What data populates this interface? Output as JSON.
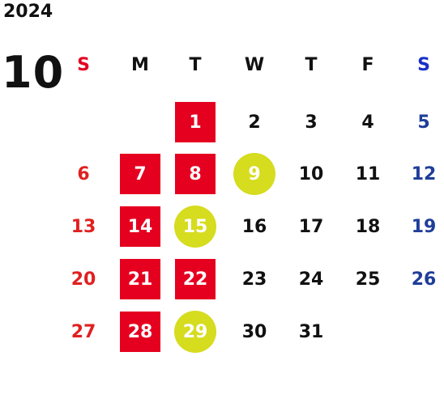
{
  "year": "2024",
  "month": "10",
  "weekday_headers": [
    "S",
    "M",
    "T",
    "W",
    "T",
    "F",
    "S"
  ],
  "legend_colors": {
    "red_square": "#e50020",
    "lime_circle": "#d6dc1e",
    "sunday": "#e02020",
    "saturday": "#1f3e9a"
  },
  "days": [
    {
      "label": "1",
      "marker": "red"
    },
    {
      "label": "2",
      "marker": "none"
    },
    {
      "label": "3",
      "marker": "none"
    },
    {
      "label": "4",
      "marker": "none"
    },
    {
      "label": "5",
      "marker": "none"
    },
    {
      "label": "6",
      "marker": "none"
    },
    {
      "label": "7",
      "marker": "red"
    },
    {
      "label": "8",
      "marker": "red"
    },
    {
      "label": "9",
      "marker": "lime"
    },
    {
      "label": "10",
      "marker": "none"
    },
    {
      "label": "11",
      "marker": "none"
    },
    {
      "label": "12",
      "marker": "none"
    },
    {
      "label": "13",
      "marker": "none"
    },
    {
      "label": "14",
      "marker": "red"
    },
    {
      "label": "15",
      "marker": "lime"
    },
    {
      "label": "16",
      "marker": "none"
    },
    {
      "label": "17",
      "marker": "none"
    },
    {
      "label": "18",
      "marker": "none"
    },
    {
      "label": "19",
      "marker": "none"
    },
    {
      "label": "20",
      "marker": "none"
    },
    {
      "label": "21",
      "marker": "red"
    },
    {
      "label": "22",
      "marker": "red"
    },
    {
      "label": "23",
      "marker": "none"
    },
    {
      "label": "24",
      "marker": "none"
    },
    {
      "label": "25",
      "marker": "none"
    },
    {
      "label": "26",
      "marker": "none"
    },
    {
      "label": "27",
      "marker": "none"
    },
    {
      "label": "28",
      "marker": "red"
    },
    {
      "label": "29",
      "marker": "lime"
    },
    {
      "label": "30",
      "marker": "none"
    },
    {
      "label": "31",
      "marker": "none"
    }
  ]
}
